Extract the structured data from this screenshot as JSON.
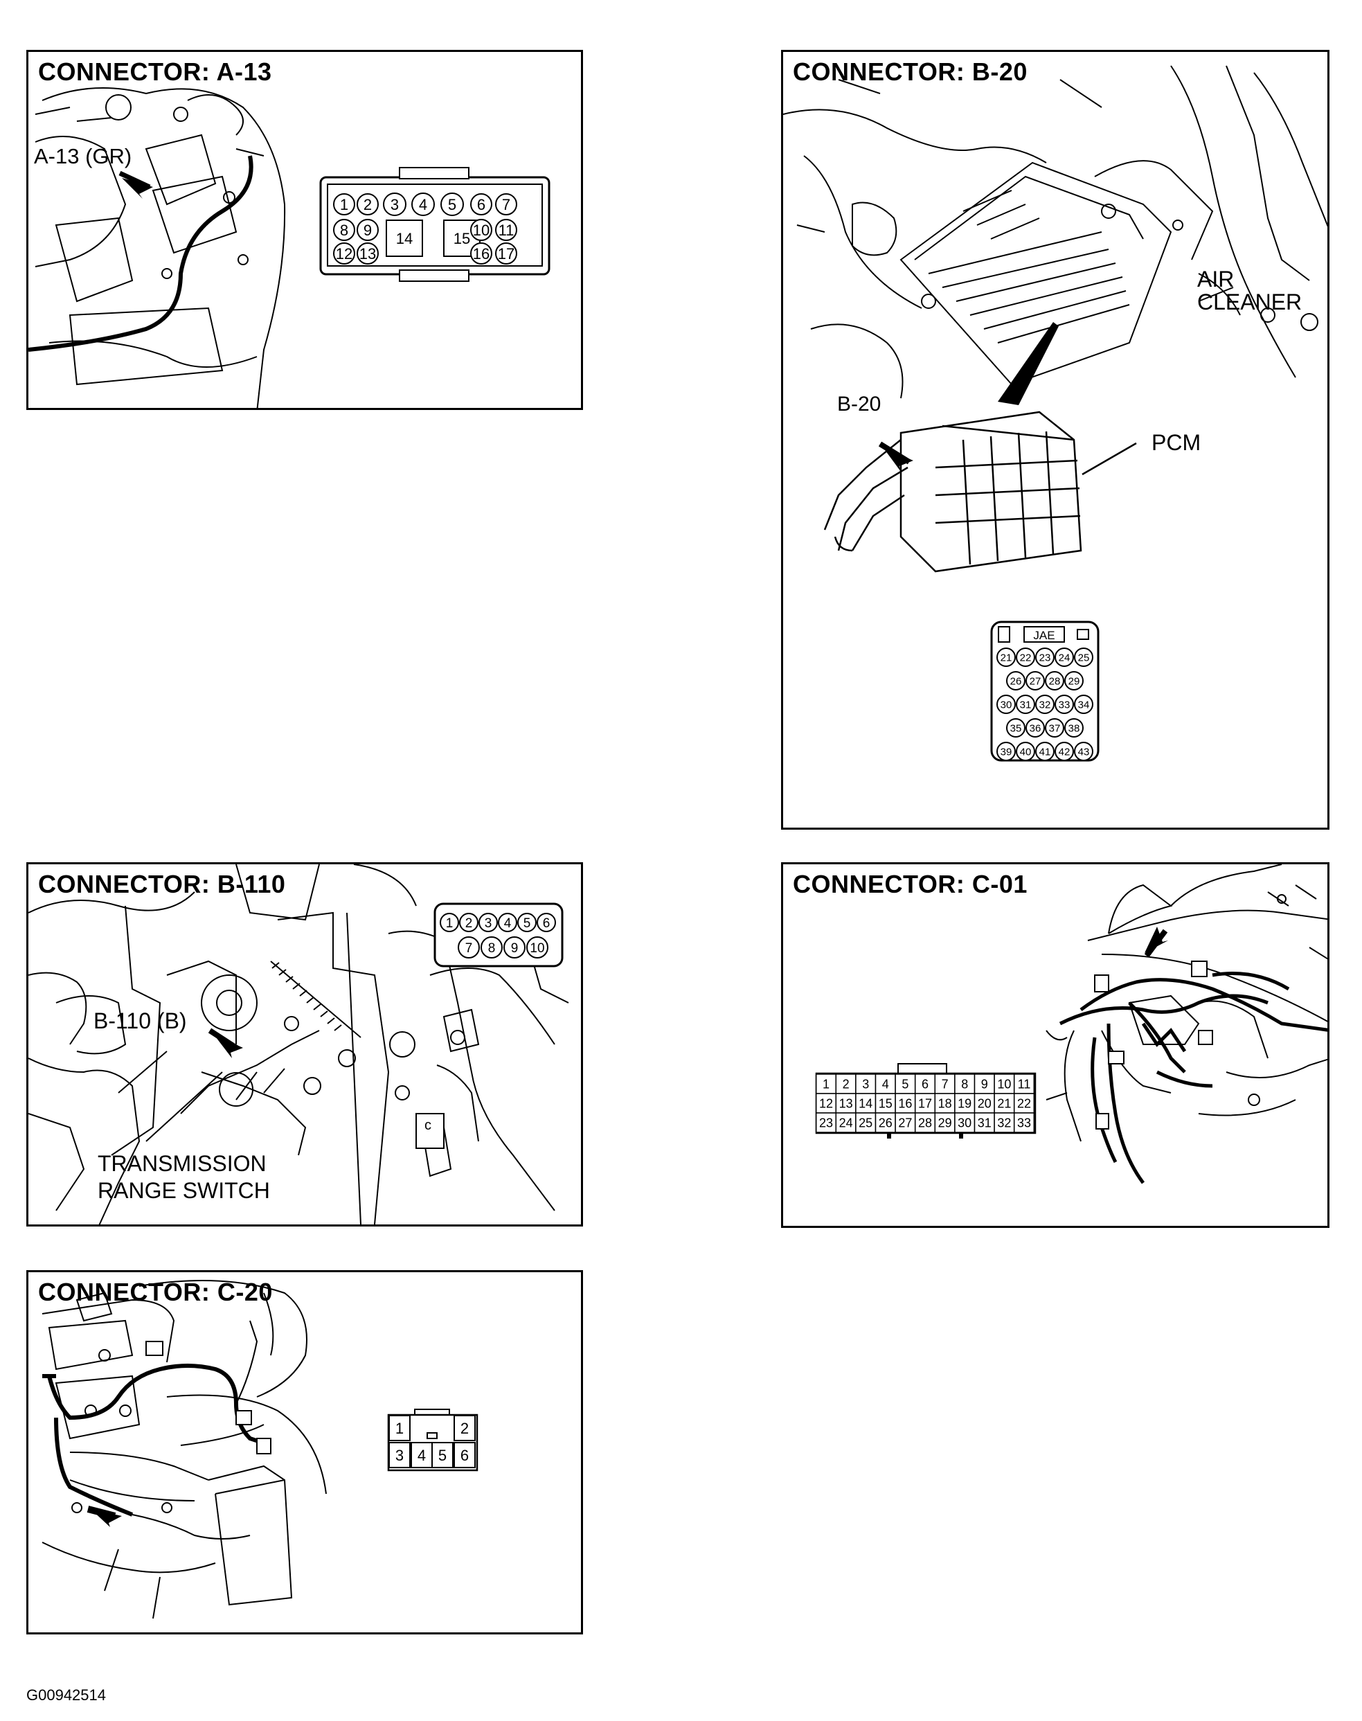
{
  "figure_id": "G00942514",
  "panels": {
    "a13": {
      "title": "CONNECTOR: A-13",
      "callout": "A-13 (GR)",
      "pins": [
        "1",
        "2",
        "3",
        "4",
        "5",
        "6",
        "7",
        "8",
        "9",
        "14",
        "15",
        "10",
        "11",
        "12",
        "13",
        "16",
        "17"
      ]
    },
    "b20": {
      "title": "CONNECTOR: B-20",
      "callout": "B-20",
      "label_air_1": "AIR",
      "label_air_2": "CLEANER",
      "label_pcm": "PCM",
      "maker": "JAE",
      "pins": [
        "21",
        "22",
        "23",
        "24",
        "25",
        "26",
        "27",
        "28",
        "29",
        "30",
        "31",
        "32",
        "33",
        "34",
        "35",
        "36",
        "37",
        "38",
        "39",
        "40",
        "41",
        "42",
        "43"
      ]
    },
    "b110": {
      "title": "CONNECTOR: B-110",
      "callout": "B-110 (B)",
      "label_trs_1": "TRANSMISSION",
      "label_trs_2": "RANGE SWITCH",
      "small_mark": "c",
      "pins": [
        "1",
        "2",
        "3",
        "4",
        "5",
        "6",
        "7",
        "8",
        "9",
        "10"
      ]
    },
    "c01": {
      "title": "CONNECTOR: C-01",
      "pins": [
        "1",
        "2",
        "3",
        "4",
        "5",
        "6",
        "7",
        "8",
        "9",
        "10",
        "11",
        "12",
        "13",
        "14",
        "15",
        "16",
        "17",
        "18",
        "19",
        "20",
        "21",
        "22",
        "23",
        "24",
        "25",
        "26",
        "27",
        "28",
        "29",
        "30",
        "31",
        "32",
        "33"
      ]
    },
    "c20": {
      "title": "CONNECTOR: C-20",
      "pins": [
        "1",
        "2",
        "3",
        "4",
        "5",
        "6"
      ]
    }
  }
}
